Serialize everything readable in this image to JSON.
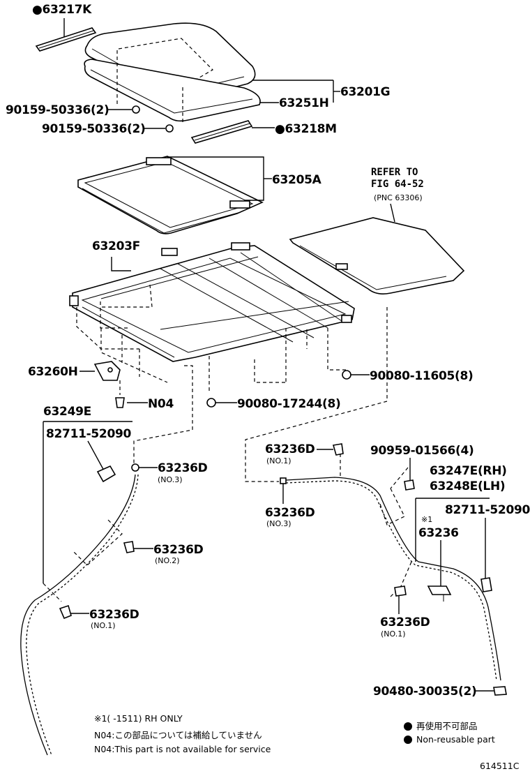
{
  "labels": {
    "p63217K": "●63217K",
    "p63201G": "63201G",
    "p63251H": "63251H",
    "bolt_upper": "90159-50336(2)",
    "bolt_lower": "90159-50336(2)",
    "p63218M": "●63218M",
    "p63205A": "63205A",
    "refer_line1": "REFER TO",
    "refer_line2": "FIG 64-52",
    "refer_line3": "(PNC 63306)",
    "p63203F": "63203F",
    "p63260H": "63260H",
    "p90080_11605": "90080-11605(8)",
    "n04": "N04",
    "p90080_17244": "90080-17244(8)",
    "p63249E": "63249E",
    "p82711_left": "82711-52090",
    "p63236D_a": "63236D",
    "no3_a": "(NO.3)",
    "p63236D_b": "63236D",
    "no2_b": "(NO.2)",
    "p63236D_c": "63236D",
    "no1_c": "(NO.1)",
    "p63236D_d": "63236D",
    "no1_d": "(NO.1)",
    "p63236D_e": "63236D",
    "no3_e": "(NO.3)",
    "p90959": "90959-01566(4)",
    "p63247E": "63247E(RH)",
    "p63248E": "63248E(LH)",
    "p82711_right": "82711-52090",
    "mark1": "※1",
    "p63236": "63236",
    "p63236D_f": "63236D",
    "no1_f": "(NO.1)",
    "p90480": "90480-30035(2)",
    "figure_id": "614511C"
  },
  "notes": {
    "note1": "※1(     -1511) RH ONLY",
    "note2": "N04:この部品については補給していません",
    "note3": "N04:This part is not available for service"
  },
  "legend": {
    "jp": "再使用不可部品",
    "en": "Non-reusable part"
  }
}
